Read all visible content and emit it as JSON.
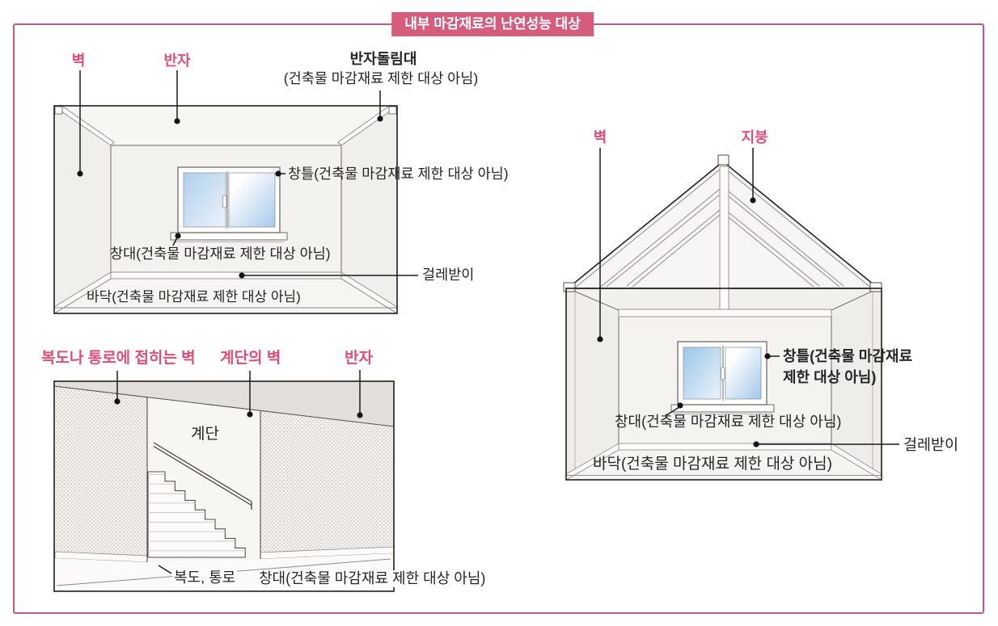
{
  "title": "내부 마감재료의 난연성능 대상",
  "colors": {
    "accent_badge": "#d55c7c",
    "frame_border": "#c9577d",
    "label_pink": "#dd4f78",
    "text_ink": "#262524",
    "window_blue": "#9cc5e8"
  },
  "figures": {
    "room": {
      "labels": {
        "wall": "벽",
        "ceiling": "반자",
        "molding": "반자돌림대",
        "molding_note": "(건축물 마감재료 제한 대상 아님)",
        "window_frame": "창틀(건축물 마감재료 제한 대상 아님)",
        "window_sill": "창대(건축물 마감재료 제한 대상 아님)",
        "baseboard": "걸레받이",
        "floor": "바닥(건축물 마감재료 제한 대상 아님)"
      }
    },
    "corridor": {
      "labels": {
        "corridor_wall": "복도나 통로에 접히는 벽",
        "stair_wall": "계단의 벽",
        "ceiling": "반자",
        "stairs": "계단",
        "passage": "복도, 통로",
        "window_sill": "창대(건축물 마감재료 제한 대상 아님)"
      }
    },
    "house": {
      "labels": {
        "wall": "벽",
        "roof": "지붕",
        "window_frame_line1": "창틀(건축물 마감재료",
        "window_frame_line2": "제한 대상 아님)",
        "window_sill": "창대(건축물 마감재료 제한 대상 아님)",
        "baseboard": "걸레받이",
        "floor": "바닥(건축물 마감재료 제한 대상 아님)"
      }
    }
  }
}
